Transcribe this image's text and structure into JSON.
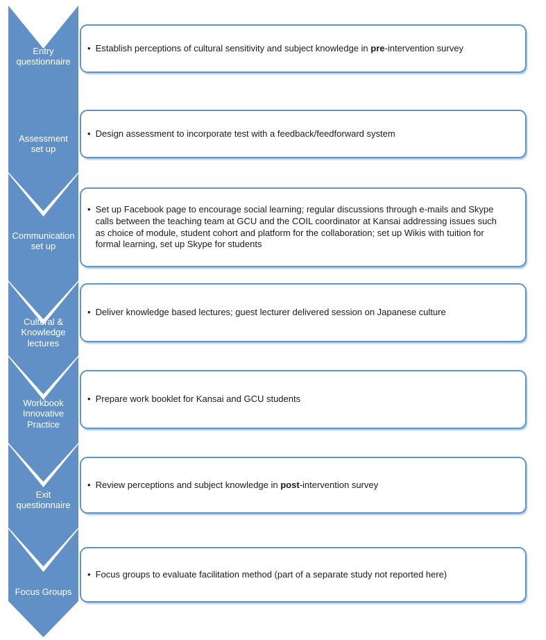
{
  "diagram": {
    "bullet_marker": "•",
    "colors": {
      "arrow_fill": "#6190c7",
      "arrow_text": "#ffffff",
      "box_border": "#5e93cc",
      "body_text": "#1a1a1a",
      "background": "#ffffff"
    },
    "steps": [
      {
        "label": "Entry\nquestionnaire",
        "bullet_pre": "Establish perceptions of cultural sensitivity and subject knowledge in ",
        "bullet_bold": "pre",
        "bullet_post": "-intervention survey"
      },
      {
        "label": "Assessment\nset up",
        "bullet_pre": "Design assessment to incorporate test with a feedback/feedforward system",
        "bullet_bold": "",
        "bullet_post": ""
      },
      {
        "label": "Communication\nset up",
        "bullet_pre": "Set up Facebook page to encourage social learning; regular discussions through e-mails and Skype calls between the teaching team at GCU and the COIL coordinator at Kansai addressing issues such as choice of module, student cohort and platform for the collaboration; set up Wikis with tuition for formal learning, set up Skype for students",
        "bullet_bold": "",
        "bullet_post": ""
      },
      {
        "label": "Cultural &\nKnowledge\nlectures",
        "bullet_pre": "Deliver knowledge based lectures; guest lecturer delivered session on Japanese culture",
        "bullet_bold": "",
        "bullet_post": ""
      },
      {
        "label": "Workbook\nInnovative\nPractice",
        "bullet_pre": "Prepare work booklet for Kansai and GCU students",
        "bullet_bold": "",
        "bullet_post": ""
      },
      {
        "label": "Exit\nquestionnaire",
        "bullet_pre": "Review perceptions and subject knowledge in ",
        "bullet_bold": "post",
        "bullet_post": "-intervention survey"
      },
      {
        "label": "Focus Groups",
        "bullet_pre": "Focus groups to evaluate facilitation method (part of a separate study not reported here)",
        "bullet_bold": "",
        "bullet_post": ""
      }
    ]
  }
}
